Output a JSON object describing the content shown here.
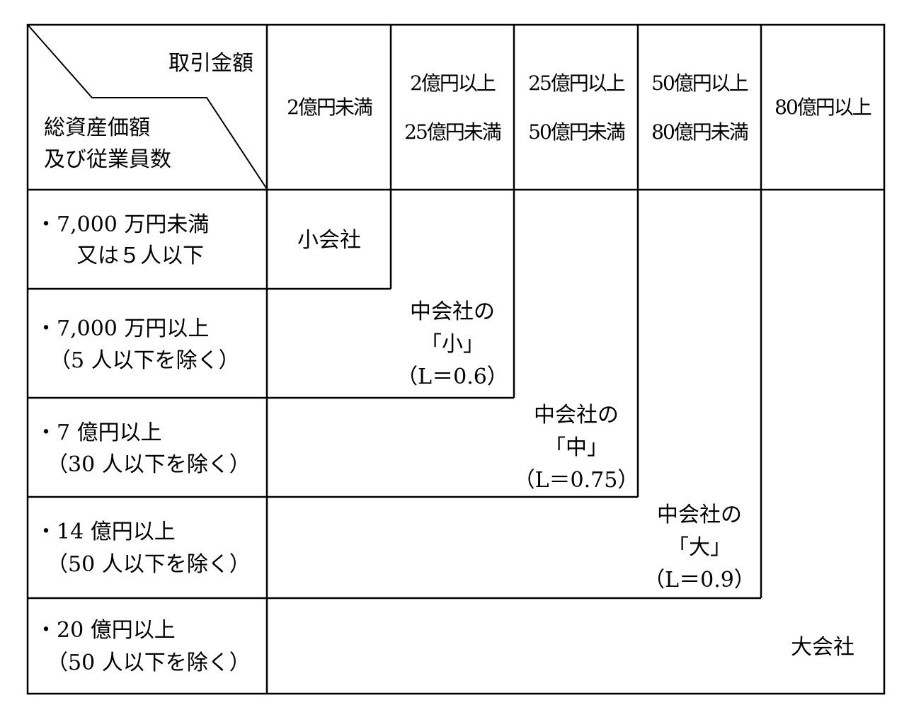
{
  "header": {
    "corner_top": "取引金額",
    "corner_bottom_line1": "総資産価額",
    "corner_bottom_line2": "及び従業員数",
    "columns": [
      {
        "line1": "2億円未満"
      },
      {
        "line1": "2億円以上",
        "line2": "25億円未満"
      },
      {
        "line1": "25億円以上",
        "line2": "50億円未満"
      },
      {
        "line1": "50億円以上",
        "line2": "80億円未満"
      },
      {
        "line1": "80億円以上"
      }
    ]
  },
  "rows": [
    {
      "line1": "・7,000 万円未満",
      "line2": "又は５人以下"
    },
    {
      "line1": "・7,000 万円以上",
      "line2": "（5 人以下を除く）"
    },
    {
      "line1": "・7 億円以上",
      "line2": "（30 人以下を除く）"
    },
    {
      "line1": "・14 億円以上",
      "line2": "（50 人以下を除く）"
    },
    {
      "line1": "・20 億円以上",
      "line2": "（50 人以下を除く）"
    }
  ],
  "regions": {
    "small": "小会社",
    "mid_small": {
      "line1": "中会社の",
      "line2": "「小」",
      "line3": "（L＝0.6）"
    },
    "mid_mid": {
      "line1": "中会社の",
      "line2": "「中」",
      "line3": "（L＝0.75）"
    },
    "mid_large": {
      "line1": "中会社の",
      "line2": "「大」",
      "line3": "（L＝0.9）"
    },
    "large": "大会社"
  }
}
